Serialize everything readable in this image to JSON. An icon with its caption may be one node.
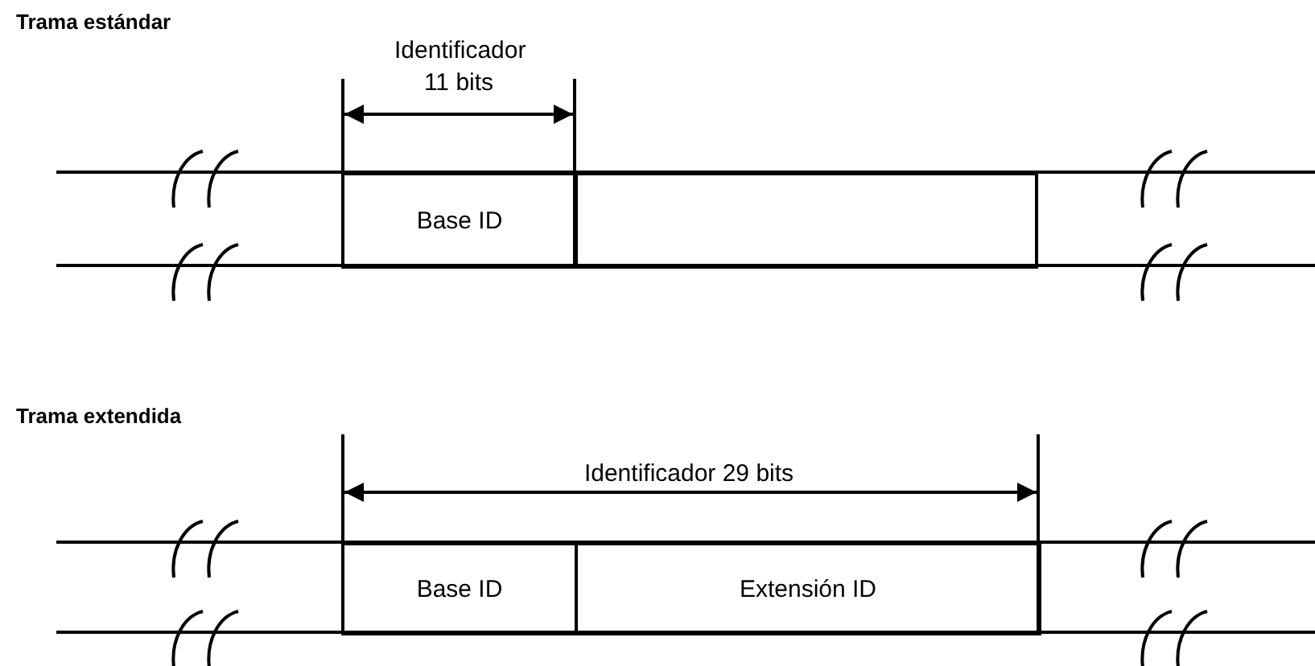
{
  "diagram": {
    "nodes": [
      {
        "text": [
          "Base ID"
        ]
      },
      {
        "text": [],
        "shape": "box"
      },
      {
        "text": [
          "Base ID"
        ]
      },
      {
        "text": [
          "Extensión ID"
        ]
      }
    ],
    "edges": [],
    "labels": [
      "Trama estándar",
      "Identificador 11 bits",
      "Trama extendida",
      "Identificador 29 bits"
    ]
  }
}
